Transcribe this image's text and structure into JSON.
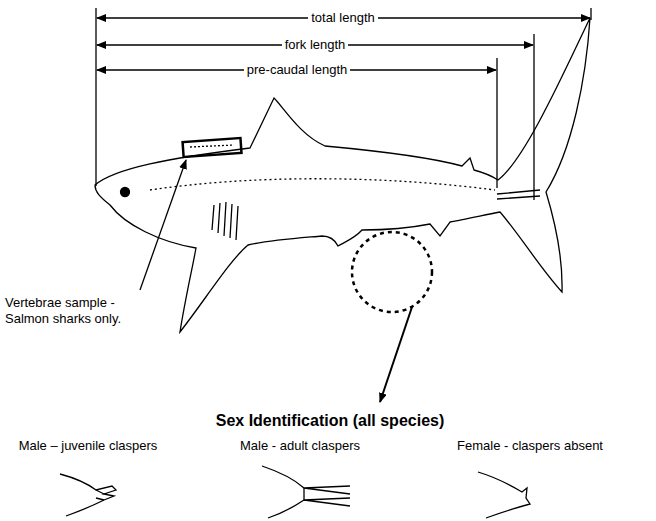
{
  "diagram": {
    "title": "Sex Identification (all species)",
    "labels": [
      "total length",
      "fork length",
      "pre-caudal length",
      "Vertebrae sample - Salmon sharks only.",
      "Male – juvenile claspers",
      "Male - adult claspers",
      "Female - claspers absent"
    ]
  }
}
